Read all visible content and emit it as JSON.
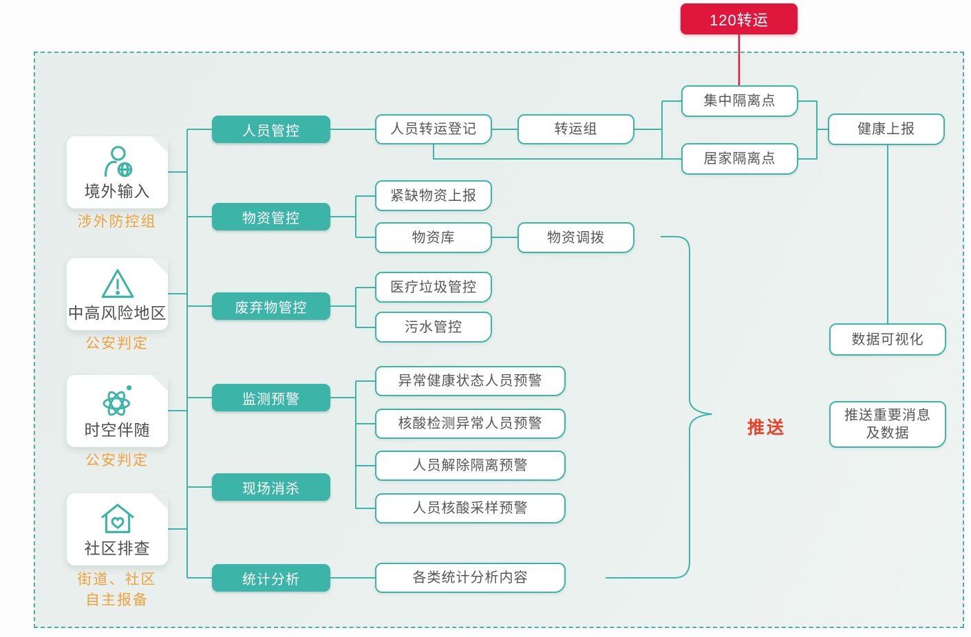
{
  "diagram": {
    "external": {
      "label": "120转运"
    },
    "push_label": "推送",
    "sources": [
      {
        "label": "境外输入",
        "sublabel": "涉外防控组",
        "icon": "person-globe-icon"
      },
      {
        "label": "中高风险地区",
        "sublabel": "公安判定",
        "icon": "warning-triangle-icon"
      },
      {
        "label": "时空伴随",
        "sublabel": "公安判定",
        "icon": "atom-icon"
      },
      {
        "label": "社区排查",
        "sublabel_line1": "街道、社区",
        "sublabel_line2": "自主报备",
        "icon": "house-heart-icon"
      }
    ],
    "functions": [
      {
        "label": "人员管控"
      },
      {
        "label": "物资管控"
      },
      {
        "label": "废弃物管控"
      },
      {
        "label": "监测预警"
      },
      {
        "label": "现场消杀"
      },
      {
        "label": "统计分析"
      }
    ],
    "nodes": {
      "transfer_register": "人员转运登记",
      "transfer_group": "转运组",
      "central_isolation": "集中隔离点",
      "home_isolation": "居家隔离点",
      "health_report": "健康上报",
      "scarce_supplies_report": "紧缺物资上报",
      "supplies_warehouse": "物资库",
      "supplies_allocation": "物资调拨",
      "medical_waste_control": "医疗垃圾管控",
      "sewage_control": "污水管控",
      "warning_abnormal_health": "异常健康状态人员预警",
      "warning_abnormal_nucleic": "核酸检测异常人员预警",
      "warning_release_isolation": "人员解除隔离预警",
      "warning_nucleic_sampling": "人员核酸采样预警",
      "statistics_content": "各类统计分析内容",
      "data_visualization": "数据可视化",
      "push_message_line1": "推送重要消息",
      "push_message_line2": "及数据"
    },
    "colors": {
      "teal": "#3cb4a8",
      "red": "#e0173c",
      "push_red": "#e8432a",
      "orange": "#f0a13c",
      "board_bg": "#e9f0ee"
    }
  }
}
